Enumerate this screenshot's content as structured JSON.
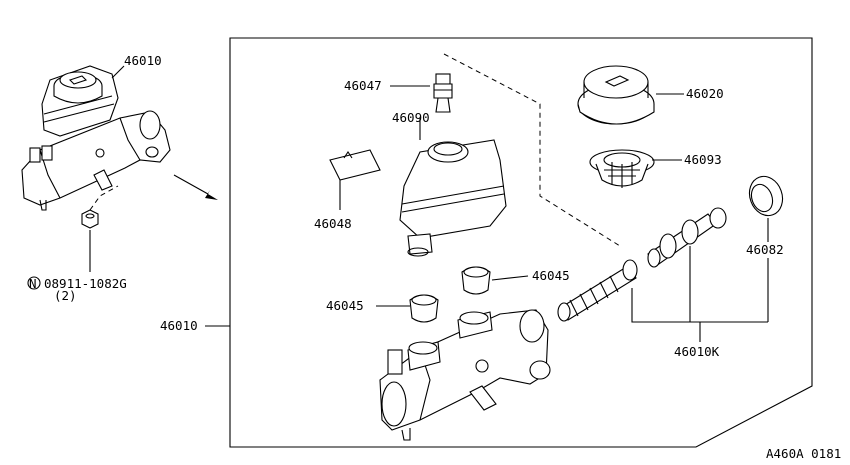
{
  "labels": {
    "l46010_top": "46010",
    "l46047": "46047",
    "l46090": "46090",
    "l46020": "46020",
    "l46093": "46093",
    "l46048": "46048",
    "l46045_right": "46045",
    "l46045_left": "46045",
    "l46082": "46082",
    "l46010_left": "46010",
    "l46010K": "46010K",
    "nut_part": "08911-1082G",
    "nut_qty": "(2)",
    "nut_symbol": "N"
  },
  "footer": {
    "code": "A460A 0181"
  }
}
